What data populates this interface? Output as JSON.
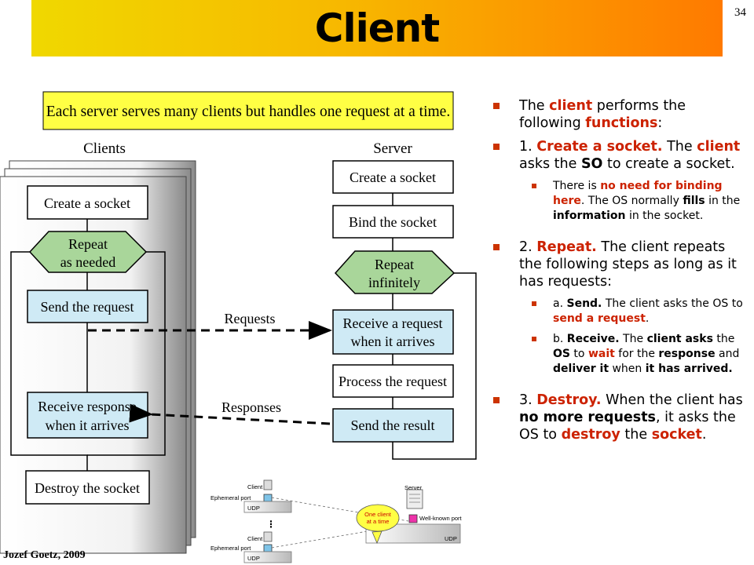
{
  "slide": {
    "title": "Client",
    "page_number": "34",
    "author": "Jozef Goetz, 2009"
  },
  "diagram": {
    "banner": "Each server serves many clients but handles one request at a time.",
    "clients_label": "Clients",
    "server_label": "Server",
    "client_steps": {
      "create": "Create a socket",
      "repeat_line1": "Repeat",
      "repeat_line2": "as needed",
      "send": "Send the request",
      "receive_line1": "Receive response",
      "receive_line2": "when it arrives",
      "destroy": "Destroy the socket"
    },
    "server_steps": {
      "create": "Create a socket",
      "bind": "Bind the socket",
      "repeat_line1": "Repeat",
      "repeat_line2": "infinitely",
      "receive_line1": "Receive a request",
      "receive_line2": "when it arrives",
      "process": "Process the request",
      "send": "Send the result"
    },
    "arrows": {
      "requests": "Requests",
      "responses": "Responses"
    },
    "mini": {
      "client1": "Client",
      "ephemeral1": "Ephemeral port",
      "udp1": "UDP",
      "ellipsis": "⋮",
      "client2": "Client",
      "ephemeral2": "Ephemeral port",
      "udp2": "UDP",
      "server": "Server",
      "one_client_line1": "One client",
      "one_client_line2": "at a time",
      "well_known": "Well-known port",
      "udp_server": "UDP"
    }
  },
  "bullets": {
    "b1": {
      "p1": "The ",
      "p2": "client",
      "p3": " performs the following ",
      "p4": "functions",
      "p5": ":"
    },
    "b2": {
      "p1": "1. ",
      "p2": "Create a socket.",
      "p3": " The ",
      "p4": "client",
      "p5": " asks the ",
      "p6": "SO",
      "p7": " to create a socket."
    },
    "b2a": {
      "p1": "There is ",
      "p2": "no need for binding here",
      "p3": ". The OS normally ",
      "p4": "fills",
      "p5": " in the ",
      "p6": "information",
      "p7": " in the socket."
    },
    "b3": {
      "p1": "2. ",
      "p2": "Repeat.",
      "p3": " The client repeats the following steps as long as it has requests:"
    },
    "b3a": {
      "p1": "a. ",
      "p2": "Send.",
      "p3": " The client asks the OS to ",
      "p4": "send a request",
      "p5": "."
    },
    "b3b": {
      "p1": "b. ",
      "p2": "Receive.",
      "p3": " The ",
      "p4": "client asks",
      "p5": " the ",
      "p6": "OS",
      "p7": " to ",
      "p8": "wait",
      "p9": " for the ",
      "p10": "response",
      "p11": " and ",
      "p12": "deliver it",
      "p13": " when ",
      "p14": "it has arrived."
    },
    "b4": {
      "p1": "3. ",
      "p2": "Destroy.",
      "p3": " When the client has ",
      "p4": "no more requests",
      "p5": ", it asks the OS to ",
      "p6": "destroy",
      "p7": " the ",
      "p8": "socket",
      "p9": "."
    }
  },
  "colors": {
    "accent_red": "#cc2200",
    "box_blue": "#cfeaf5",
    "hex_green": "#a9d69a",
    "banner_yellow": "#ffff44"
  }
}
